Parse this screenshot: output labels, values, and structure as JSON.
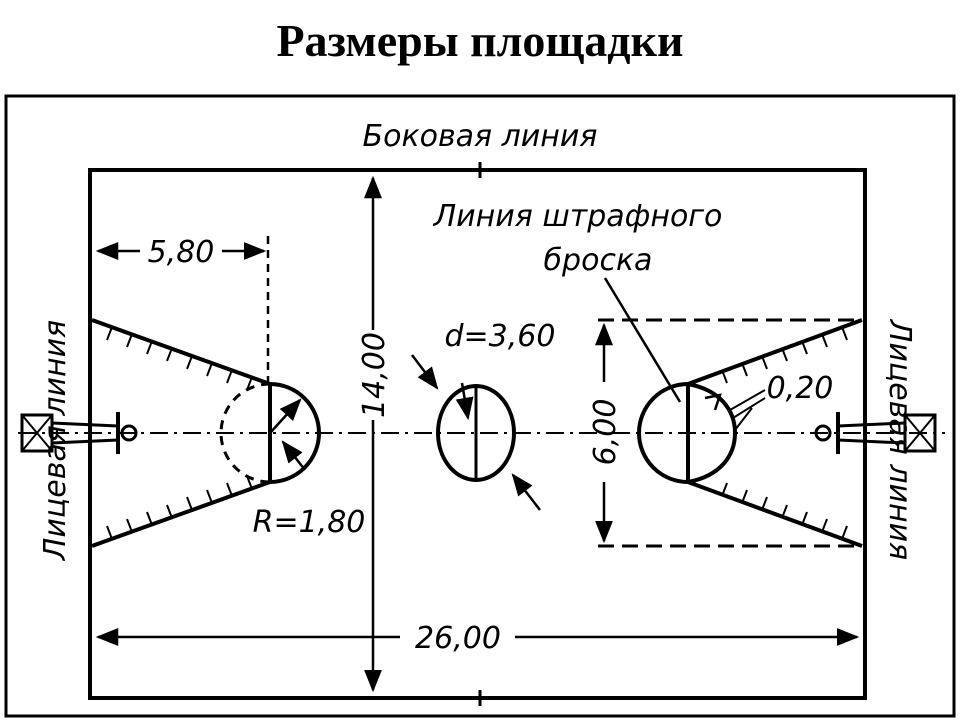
{
  "title": "Размеры площадки",
  "labels": {
    "sideline": "Боковая линия",
    "free_throw_line_1": "Линия штрафного",
    "free_throw_line_2": "броска",
    "end_line_left": "Лицевая линия",
    "end_line_right": "Лицевая линия",
    "dim_5_80": "5,80",
    "dim_14_00": "14,00",
    "dim_d": "d=3,60",
    "dim_6_00": "6,00",
    "dim_0_20": "0,20",
    "dim_r": "R=1,80",
    "dim_26_00": "26,00"
  }
}
